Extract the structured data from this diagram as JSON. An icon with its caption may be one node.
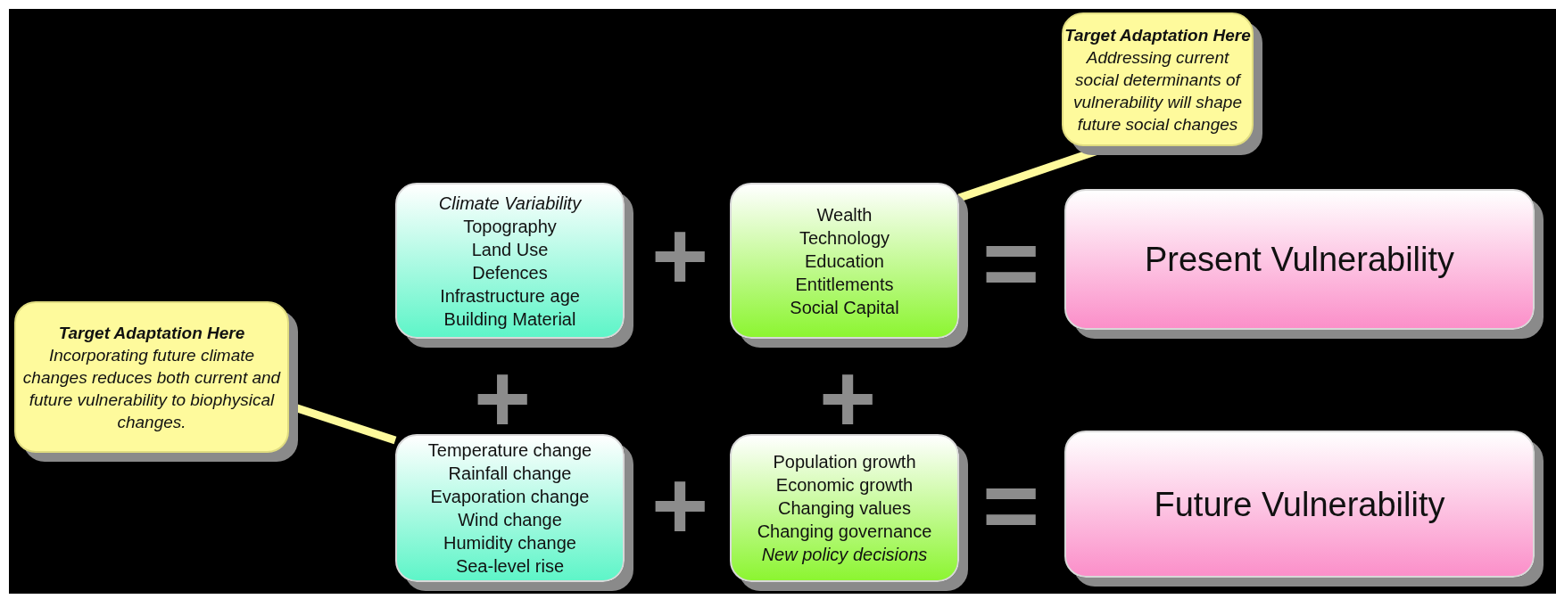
{
  "diagram": {
    "nodes": [
      {
        "text": [
          "Target Adaptation Here",
          "Addressing current social determinants of vulnerability will shape future social changes"
        ]
      },
      {
        "text": [
          "Climate Variability",
          "Topography",
          "Land Use",
          "Defences",
          "Infrastructure age",
          "Building Material"
        ]
      },
      {
        "text": [
          "Wealth",
          "Technology",
          "Education",
          "Entitlements",
          "Social Capital"
        ]
      },
      {
        "text": [
          "Present Vulnerability"
        ]
      },
      {
        "text": [
          "Target Adaptation Here",
          "Incorporating future climate changes reduces both current and future vulnerability to biophysical changes."
        ]
      },
      {
        "text": [
          "Temperature change",
          "Rainfall change",
          "Evaporation change",
          "Wind change",
          "Humidity change",
          "Sea-level rise"
        ]
      },
      {
        "text": [
          "Population growth",
          "Economic growth",
          "Changing values",
          "Changing governance",
          "New policy decisions"
        ]
      },
      {
        "text": [
          "Future Vulnerability"
        ]
      }
    ],
    "edges": [
      {
        "from": 0,
        "to": 2,
        "arrow": "none"
      },
      {
        "from": 4,
        "to": 5,
        "arrow": "none"
      }
    ],
    "labels": [
      "+",
      "=",
      "+",
      "+",
      "+",
      "="
    ]
  }
}
